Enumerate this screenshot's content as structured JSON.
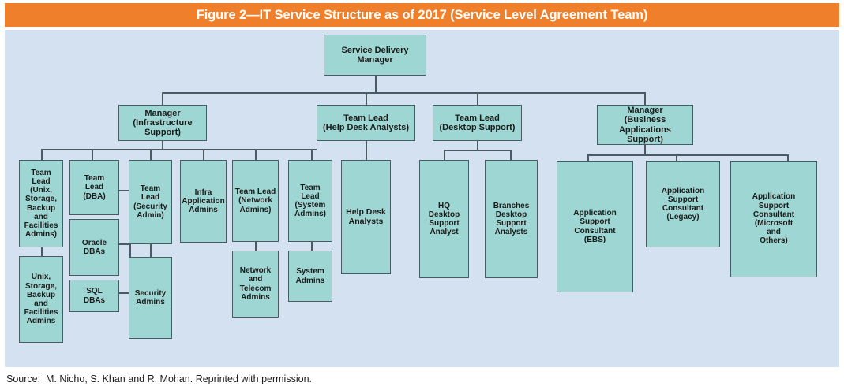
{
  "figure": {
    "title": "Figure 2—IT Service Structure as of 2017 (Service Level Agreement Team)",
    "source": "Source:  M. Nicho, S. Khan and R. Mohan. Reprinted with permission.",
    "colors": {
      "title_bar": "#ef7f2a",
      "title_text": "#ffffff",
      "canvas_background": "#d3e1f0",
      "node_fill": "#9dd6d2",
      "node_border": "#4b5b63",
      "connector": "#4b5b63",
      "node_text": "#1b1b1b"
    }
  },
  "chart_data": {
    "type": "diagram",
    "diagram_type": "organizational-chart",
    "title": "Figure 2—IT Service Structure as of 2017 (Service Level Agreement Team)",
    "root": "Service Delivery Manager",
    "levels": 4,
    "node_count": 22,
    "nodes": [
      {
        "id": "sdm",
        "label": "Service Delivery Manager",
        "level": 0,
        "parent": null
      },
      {
        "id": "mgr_infra",
        "label": "Manager\n(Infrastructure\nSupport)",
        "level": 1,
        "parent": "sdm"
      },
      {
        "id": "tl_helpdesk",
        "label": "Team Lead\n(Help Desk Analysts)",
        "level": 1,
        "parent": "sdm"
      },
      {
        "id": "tl_desktop",
        "label": "Team Lead\n(Desktop Support)",
        "level": 1,
        "parent": "sdm"
      },
      {
        "id": "mgr_bus",
        "label": "Manager\n(Business Applications\nSupport)",
        "level": 1,
        "parent": "sdm"
      },
      {
        "id": "tl_unix",
        "label": "Team\nLead\n(Unix,\nStorage,\nBackup\nand\nFacilities\nAdmins)",
        "level": 2,
        "parent": "mgr_infra"
      },
      {
        "id": "unix_admins",
        "label": "Unix,\nStorage,\nBackup\nand\nFacilities\nAdmins",
        "level": 3,
        "parent": "tl_unix"
      },
      {
        "id": "tl_dba",
        "label": "Team\nLead\n(DBA)",
        "level": 2,
        "parent": "mgr_infra"
      },
      {
        "id": "oracle_dbas",
        "label": "Oracle\nDBAs",
        "level": 3,
        "parent": "tl_dba"
      },
      {
        "id": "sql_dbas",
        "label": "SQL\nDBAs",
        "level": 3,
        "parent": "tl_dba"
      },
      {
        "id": "tl_sec",
        "label": "Team\nLead\n(Security\nAdmin)",
        "level": 2,
        "parent": "mgr_infra"
      },
      {
        "id": "sec_admins",
        "label": "Security\nAdmins",
        "level": 3,
        "parent": "tl_sec"
      },
      {
        "id": "infra_app",
        "label": "Infra\nApplication\nAdmins",
        "level": 2,
        "parent": "mgr_infra"
      },
      {
        "id": "tl_net",
        "label": "Team Lead\n(Network\nAdmins)",
        "level": 2,
        "parent": "mgr_infra"
      },
      {
        "id": "net_telecom",
        "label": "Network\nand\nTelecom\nAdmins",
        "level": 3,
        "parent": "tl_net"
      },
      {
        "id": "tl_sys",
        "label": "Team\nLead\n(System\nAdmins)",
        "level": 2,
        "parent": "mgr_infra"
      },
      {
        "id": "sys_admins",
        "label": "System\nAdmins",
        "level": 3,
        "parent": "tl_sys"
      },
      {
        "id": "helpdesk",
        "label": "Help Desk\nAnalysts",
        "level": 2,
        "parent": "tl_helpdesk"
      },
      {
        "id": "hq_desktop",
        "label": "HQ Desktop\nSupport\nAnalyst",
        "level": 2,
        "parent": "tl_desktop"
      },
      {
        "id": "br_desktop",
        "label": "Branches\nDesktop\nSupport\nAnalysts",
        "level": 2,
        "parent": "tl_desktop"
      },
      {
        "id": "asc_ebs",
        "label": "Application\nSupport\nConsultant\n(EBS)",
        "level": 2,
        "parent": "mgr_bus"
      },
      {
        "id": "asc_legacy",
        "label": "Application\nSupport\nConsultant\n(Legacy)",
        "level": 2,
        "parent": "mgr_bus"
      },
      {
        "id": "asc_ms",
        "label": "Application\nSupport\nConsultant\n(Microsoft\nand\nOthers)",
        "level": 2,
        "parent": "mgr_bus"
      }
    ],
    "edges": [
      {
        "from": "sdm",
        "to": "mgr_infra"
      },
      {
        "from": "sdm",
        "to": "tl_helpdesk"
      },
      {
        "from": "sdm",
        "to": "tl_desktop"
      },
      {
        "from": "sdm",
        "to": "mgr_bus"
      },
      {
        "from": "mgr_infra",
        "to": "tl_unix"
      },
      {
        "from": "mgr_infra",
        "to": "tl_dba"
      },
      {
        "from": "mgr_infra",
        "to": "tl_sec"
      },
      {
        "from": "mgr_infra",
        "to": "infra_app"
      },
      {
        "from": "mgr_infra",
        "to": "tl_net"
      },
      {
        "from": "mgr_infra",
        "to": "tl_sys"
      },
      {
        "from": "tl_unix",
        "to": "unix_admins"
      },
      {
        "from": "tl_dba",
        "to": "oracle_dbas"
      },
      {
        "from": "tl_dba",
        "to": "sql_dbas"
      },
      {
        "from": "tl_sec",
        "to": "sec_admins"
      },
      {
        "from": "tl_net",
        "to": "net_telecom"
      },
      {
        "from": "tl_sys",
        "to": "sys_admins"
      },
      {
        "from": "tl_helpdesk",
        "to": "helpdesk"
      },
      {
        "from": "tl_desktop",
        "to": "hq_desktop"
      },
      {
        "from": "tl_desktop",
        "to": "br_desktop"
      },
      {
        "from": "mgr_bus",
        "to": "asc_ebs"
      },
      {
        "from": "mgr_bus",
        "to": "asc_legacy"
      },
      {
        "from": "mgr_bus",
        "to": "asc_ms"
      }
    ]
  }
}
